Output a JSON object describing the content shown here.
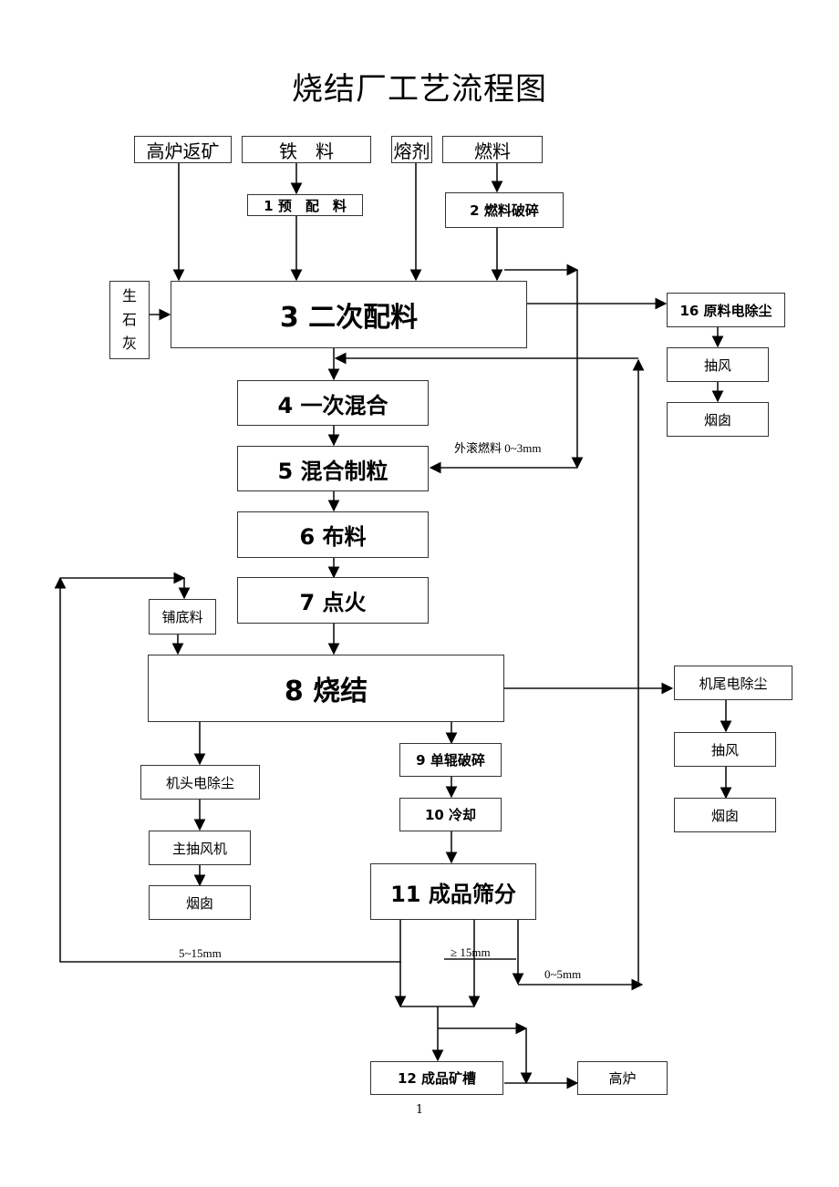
{
  "title": "烧结厂工艺流程图",
  "inputs": {
    "return_ore": "高炉返矿",
    "iron_material": "铁　料",
    "flux": "熔剂",
    "fuel": "燃料",
    "quicklime": [
      "生",
      "石",
      "灰"
    ]
  },
  "process": {
    "pre_batching": "1 预　配　料",
    "fuel_crushing": "2 燃料破碎",
    "secondary_batching": "3 二次配料",
    "primary_mixing": "4 一次混合",
    "mixing_granulation": "5 混合制粒",
    "distribution": "6 布料",
    "ignition": "7 点火",
    "sintering": "8 烧结",
    "single_roll_crushing": "9 单辊破碎",
    "cooling": "10 冷却",
    "product_screening": "11 成品筛分",
    "product_bin": "12 成品矿槽",
    "blast_furnace": "高炉",
    "hearth_layer": "铺底料"
  },
  "dedusting": {
    "raw_material": {
      "unit": "16 原料电除尘",
      "fan": "抽风",
      "chimney": "烟囱"
    },
    "machine_tail": {
      "unit": "机尾电除尘",
      "fan": "抽风",
      "chimney": "烟囱"
    },
    "machine_head": {
      "unit": "机头电除尘",
      "fan": "主抽风机",
      "chimney": "烟囱"
    }
  },
  "labels": {
    "outer_fuel": "外滚燃料 0~3mm",
    "size_5_15": "5~15mm",
    "size_ge15": "≥ 15mm",
    "size_0_5": "0~5mm"
  },
  "page_number": "1"
}
